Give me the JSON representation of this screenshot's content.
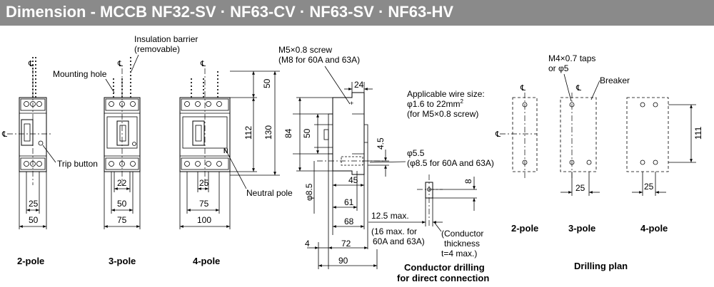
{
  "header": {
    "title": "Dimension - MCCB NF32-SV · NF63-CV · NF63-SV · NF63-HV"
  },
  "labels": {
    "insulation_barrier_1": "Insulation barrier",
    "insulation_barrier_2": "(removable)",
    "mounting_hole": "Mounting hole",
    "trip_button": "Trip button",
    "neutral_pole": "Neutral pole",
    "screw_1": "M5×0.8 screw",
    "screw_2": "(M8 for 60A and 63A)",
    "wire_1": "Applicable wire size:",
    "wire_2": "φ1.6 to 22mm",
    "wire_2_sup": "2",
    "wire_3": "(for M5×0.8 screw)",
    "hole_1": "φ5.5",
    "hole_2": "(φ8.5 for 60A and 63A)",
    "max_1": "12.5 max.",
    "max_2": "(16 max. for",
    "max_3": "60A and 63A)",
    "thick_1": "(Conductor",
    "thick_2": "thickness",
    "thick_3": "t=4 max.)",
    "taps_1": "M4×0.7 taps",
    "taps_2": "or φ5",
    "breaker": "Breaker",
    "centerline": "℄"
  },
  "dimensions": {
    "p2_w_outer": "50",
    "p2_w_inner": "25",
    "p3_w_outer": "75",
    "p3_w_mid": "50",
    "p3_w_inner": "22",
    "p4_w_outer": "100",
    "p4_w_mid": "75",
    "p4_w_inner": "25",
    "h_top": "50",
    "h_112": "112",
    "h_130": "130",
    "side_84": "84",
    "side_50": "50",
    "side_24": "24",
    "side_45": "4.5",
    "side_d85": "φ8.5",
    "side_45w": "45",
    "side_61": "61",
    "side_68": "68",
    "side_72": "72",
    "side_90": "90",
    "side_4": "4",
    "cond_8": "8",
    "drill_111": "111",
    "drill_25a": "25",
    "drill_25b": "25"
  },
  "captions": {
    "pole2": "2-pole",
    "pole3": "3-pole",
    "pole4": "4-pole",
    "conductor_1": "Conductor drilling",
    "conductor_2": "for direct connection",
    "drill_p2": "2-pole",
    "drill_p3": "3-pole",
    "drill_p4": "4-pole",
    "drilling_plan": "Drilling plan"
  }
}
